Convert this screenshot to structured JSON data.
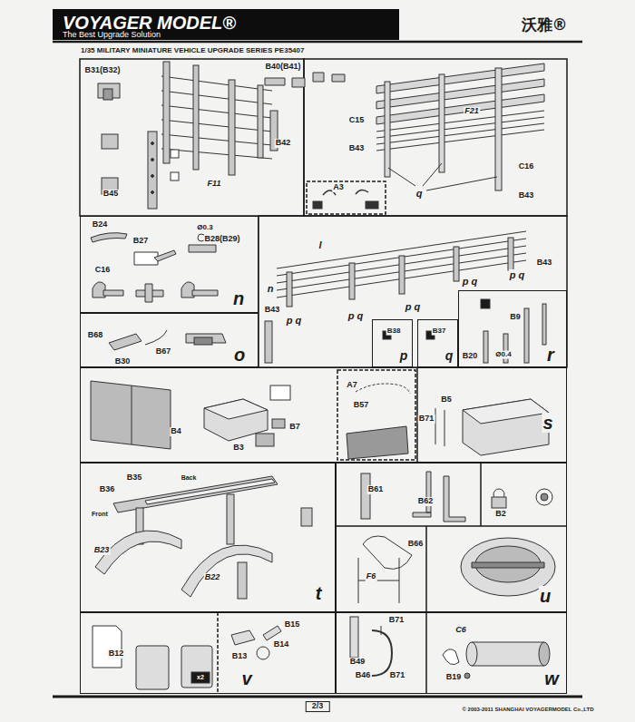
{
  "diagram": {
    "title": "1/35 MILITARY MINIATURE VEHICLE UPGRADE SERIES PE35407",
    "nodes": [
      {
        "text": [
          "VOYAGER MODEL®",
          "The Best Upgrade Solution"
        ]
      },
      {
        "text": [
          "n"
        ]
      },
      {
        "text": [
          "o"
        ]
      },
      {
        "text": [
          "B38",
          "p"
        ]
      },
      {
        "text": [
          "B37",
          "q"
        ]
      },
      {
        "text": [
          "r"
        ]
      },
      {
        "text": [
          "s"
        ]
      },
      {
        "text": [
          "t"
        ]
      },
      {
        "text": [
          "u"
        ]
      },
      {
        "text": [
          "v"
        ]
      },
      {
        "text": [
          "w"
        ]
      }
    ],
    "labels": [
      "沃雅®",
      "B31(B32)",
      "B40(B41)",
      "B42",
      "B45",
      "F11",
      "A3",
      "F21",
      "C15",
      "B43",
      "C16",
      "B43",
      "q",
      "B24",
      "B27",
      "Ø0.3",
      "B28(B29)",
      "C16",
      "B68",
      "B67",
      "B30",
      "l",
      "n",
      "p q",
      "p q",
      "p q",
      "p q",
      "p q",
      "B43",
      "B43",
      "B9",
      "B20",
      "Ø0.4",
      "B4",
      "B7",
      "B3",
      "A7",
      "B57",
      "B5",
      "B71",
      "B35",
      "Back",
      "B36",
      "Front",
      "B23",
      "B22",
      "B61",
      "B62",
      "B2",
      "B66",
      "F6",
      "B12",
      "B15",
      "B14",
      "B13",
      "x2",
      "B71",
      "B49",
      "B46",
      "B71",
      "C6",
      "B19",
      "2/3",
      "© 2003-2011 SHANGHAI VOYAGERMODEL Co.,LTD"
    ]
  }
}
